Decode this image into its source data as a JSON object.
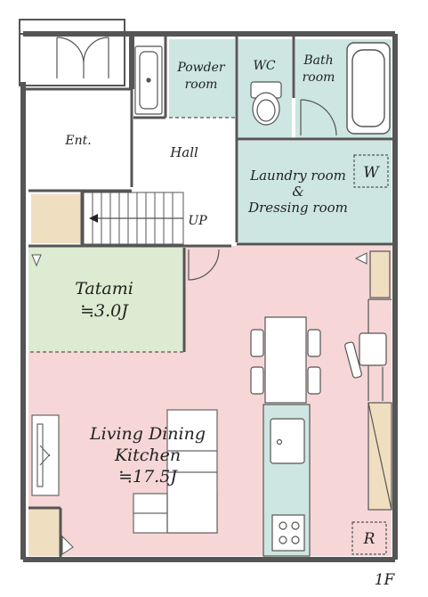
{
  "rooms": {
    "entrance": "Ent.",
    "hall": "Hall",
    "up": "UP",
    "powder_line1": "Powder",
    "powder_line2": "room",
    "wc": "WC",
    "bath_line1": "Bath",
    "bath_line2": "room",
    "laundry_line1": "Laundry room",
    "laundry_line2": "&",
    "laundry_line3": "Dressing room",
    "washer": "W",
    "tatami": "Tatami",
    "tatami_size": "≒3.0J",
    "ldk_line1": "Living Dining",
    "ldk_line2": "Kitchen",
    "ldk_size": "≒17.5J",
    "refrigerator": "R"
  },
  "floor_label": "1F",
  "colors": {
    "wet_area": "#cde6e1",
    "tatami": "#dcebd1",
    "living": "#f6d6d6",
    "storage": "#f0dec1",
    "wall": "#555555"
  }
}
